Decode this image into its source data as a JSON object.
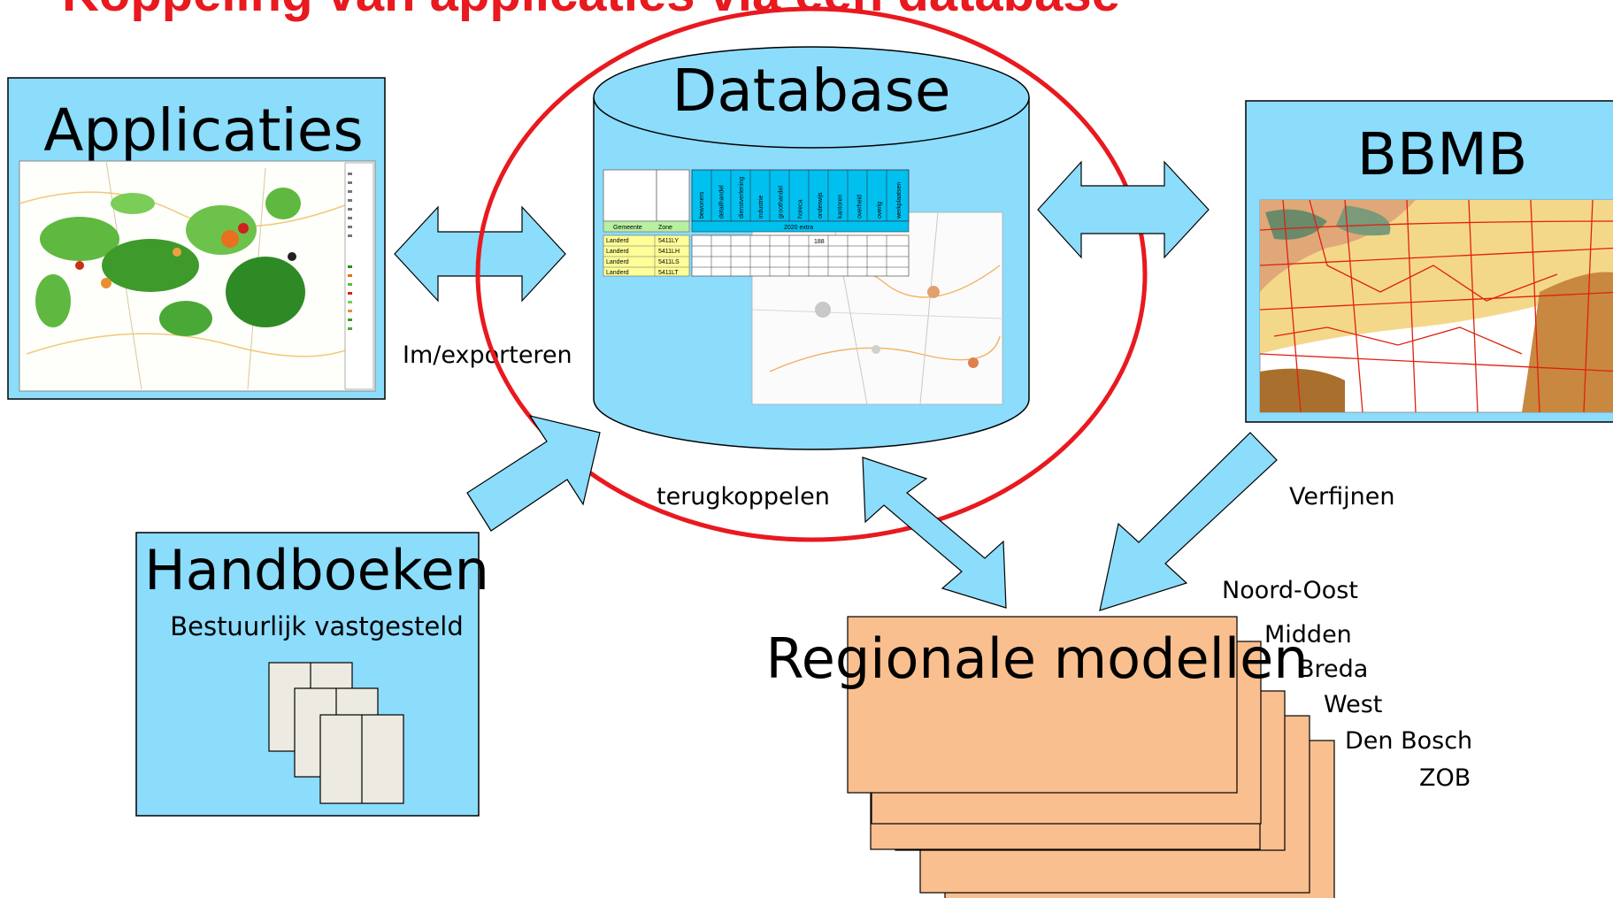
{
  "slide": {
    "title": "Koppeling van applicaties via een database"
  },
  "boxes": {
    "applicaties": "Applicaties",
    "database": "Database",
    "bbmb": "BBMB",
    "handboeken": "Handboeken",
    "handboeken_sub": "Bestuurlijk vastgesteld",
    "regionale": "Regionale modellen"
  },
  "arrows": {
    "im_export": "Im/exporteren",
    "terugkoppelen": "terugkoppelen",
    "verfijnen": "Verfijnen"
  },
  "regions": [
    "Noord-Oost",
    "Midden",
    "Breda",
    "West",
    "Den Bosch",
    "ZOB"
  ],
  "db_table": {
    "header_left": "Gemeente",
    "header_zone": "Zone",
    "header_year": "2020 extra",
    "columns": [
      "bewoners",
      "detailhandel",
      "dienstverlening",
      "industrie",
      "groothandel",
      "horeca",
      "onderwijs",
      "kantoren",
      "overheid",
      "overig",
      "werkplaatsen"
    ],
    "rows": [
      {
        "gemeente": "Landerd",
        "zone": "5411LY"
      },
      {
        "gemeente": "Landerd",
        "zone": "5411LH"
      },
      {
        "gemeente": "Landerd",
        "zone": "5411LS"
      },
      {
        "gemeente": "Landerd",
        "zone": "5411LT"
      }
    ],
    "cell_value": "188"
  },
  "colors": {
    "box_fill": "#8cdcfc",
    "cylinder_fill": "#8cdcfc",
    "model_fill": "#fabf8f",
    "highlight_ring": "#e8191f",
    "title_red": "#e8191f"
  }
}
